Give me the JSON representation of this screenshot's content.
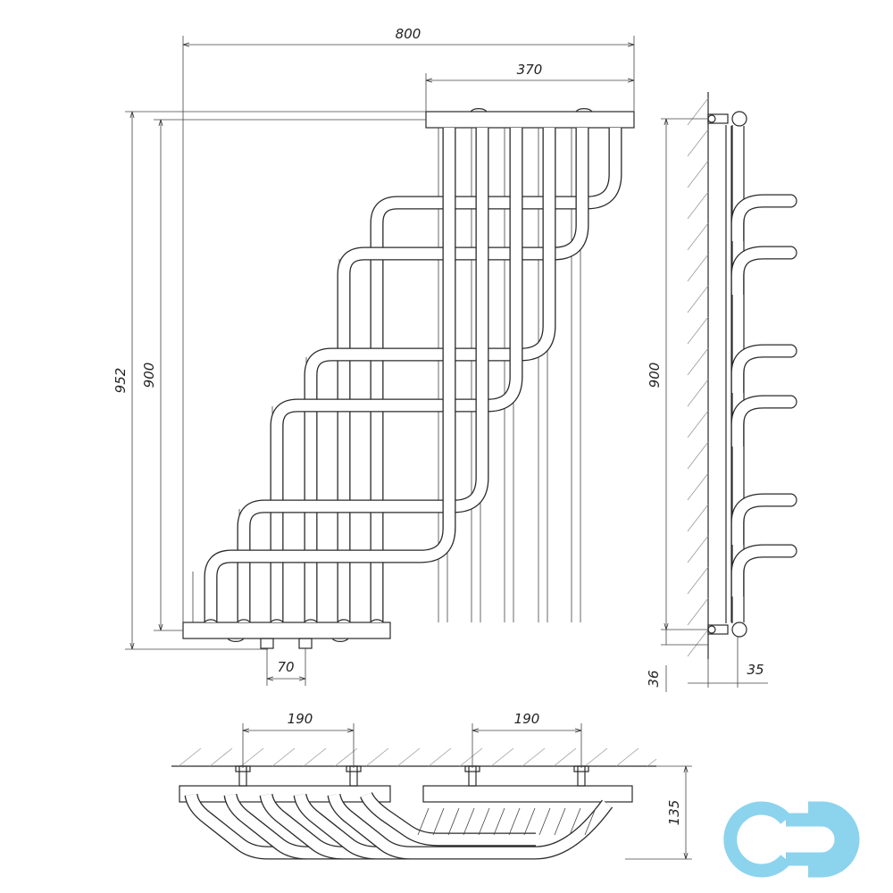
{
  "dimensions": {
    "total_width": "800",
    "top_width": "370",
    "total_height": "952",
    "inner_height": "900",
    "connection_spacing": "70",
    "side_height": "900",
    "side_bottom_offset": "36",
    "wall_distance": "35",
    "plan_left_spacing": "190",
    "plan_right_spacing": "190",
    "plan_depth": "135"
  },
  "logo": {
    "text": "CD",
    "color": "#8cd3ee"
  },
  "colors": {
    "line": "#2a2a2a",
    "hatch": "#999999"
  }
}
